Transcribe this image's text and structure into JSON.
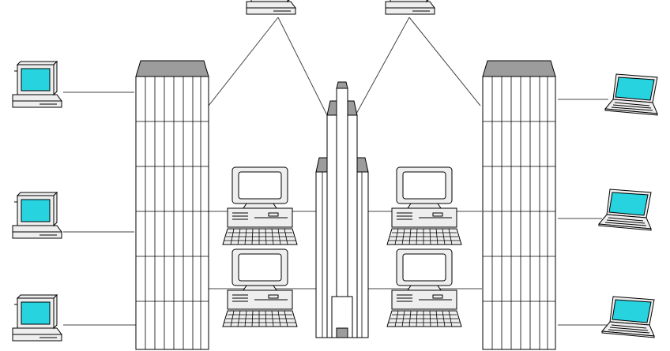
{
  "diagram": {
    "colors": {
      "background": "#ffffff",
      "line": "#000000",
      "link": "#444444",
      "roof": "#9c9c9c",
      "screen": "#27d3df",
      "case": "#eeeeee",
      "crt_screen": "#ffffff"
    },
    "nodes": [
      {
        "name": "crt-monitor-top-left-icon",
        "icon": "desktop-crt-cyan"
      },
      {
        "name": "crt-monitor-top-right-icon",
        "icon": "desktop-crt-cyan"
      },
      {
        "name": "crt-monitor-left-1-icon",
        "icon": "desktop-crt-cyan"
      },
      {
        "name": "crt-monitor-left-2-icon",
        "icon": "desktop-crt-cyan"
      },
      {
        "name": "crt-monitor-left-3-icon",
        "icon": "desktop-crt-cyan"
      },
      {
        "name": "laptop-right-1-icon",
        "icon": "laptop-cyan"
      },
      {
        "name": "laptop-right-2-icon",
        "icon": "laptop-cyan"
      },
      {
        "name": "laptop-right-3-icon",
        "icon": "laptop-cyan"
      },
      {
        "name": "building-left-icon",
        "icon": "office-tower"
      },
      {
        "name": "building-right-icon",
        "icon": "office-tower"
      },
      {
        "name": "building-center-icon",
        "icon": "skyscraper"
      },
      {
        "name": "workstation-left-upper-icon",
        "icon": "desktop-workstation"
      },
      {
        "name": "workstation-left-lower-icon",
        "icon": "desktop-workstation"
      },
      {
        "name": "workstation-right-upper-icon",
        "icon": "desktop-workstation"
      },
      {
        "name": "workstation-right-lower-icon",
        "icon": "desktop-workstation"
      }
    ]
  }
}
